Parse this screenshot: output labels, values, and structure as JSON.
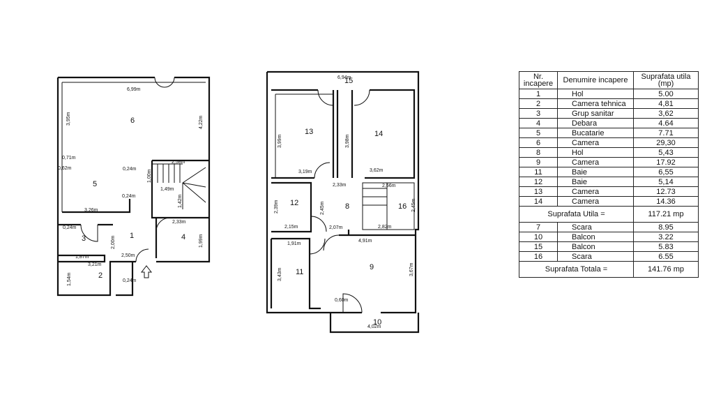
{
  "plan_labels": {
    "ground": {
      "rooms": [
        "1",
        "2",
        "3",
        "4",
        "5",
        "6"
      ],
      "dims": [
        "6,99m",
        "3,95m",
        "4,22m",
        "2,58m",
        "1,00m",
        "1,49m",
        "1,42m",
        "0,62m",
        "3,26m",
        "2,33m",
        "1,99m",
        "2,00m",
        "1,87m",
        "2,50m",
        "3,21m",
        "1,54m",
        "0,71m",
        "0,24m",
        "0,24m",
        "0,24m",
        "0,24m"
      ]
    },
    "upper": {
      "rooms": [
        "15",
        "13",
        "14",
        "12",
        "8",
        "16",
        "11",
        "9",
        "10"
      ],
      "dims": [
        "6,94m",
        "3,99m",
        "3,98m",
        "3,19m",
        "3,62m",
        "2,33m",
        "2,56m",
        "2,39m",
        "2,45m",
        "2,15m",
        "2,07m",
        "2,82m",
        "2,45m",
        "1,91m",
        "4,91m",
        "3,43m",
        "3,67m",
        "0,60m",
        "4,02m"
      ]
    }
  },
  "table": {
    "headers": [
      "Nr. incapere",
      "Denumire incapere",
      "Suprafata utila (mp)"
    ],
    "rows_utile": [
      [
        "1",
        "Hol",
        "5.00"
      ],
      [
        "2",
        "Camera tehnica",
        "4,81"
      ],
      [
        "3",
        "Grup sanitar",
        "3,62"
      ],
      [
        "4",
        "Debara",
        "4.64"
      ],
      [
        "5",
        "Bucatarie",
        "7.71"
      ],
      [
        "6",
        "Camera",
        "29,30"
      ],
      [
        "8",
        "Hol",
        "5,43"
      ],
      [
        "9",
        "Camera",
        "17.92"
      ],
      [
        "11",
        "Baie",
        "6,55"
      ],
      [
        "12",
        "Baie",
        "5,14"
      ],
      [
        "13",
        "Camera",
        "12.73"
      ],
      [
        "14",
        "Camera",
        "14.36"
      ]
    ],
    "total_utila_label": "Suprafata Utila =",
    "total_utila_value": "117.21 mp",
    "rows_other": [
      [
        "7",
        "Scara",
        "8.95"
      ],
      [
        "10",
        "Balcon",
        "3.22"
      ],
      [
        "15",
        "Balcon",
        "5.83"
      ],
      [
        "16",
        "Scara",
        "6.55"
      ]
    ],
    "total_label": "Suprafata Totala =",
    "total_value": "141.76 mp"
  }
}
